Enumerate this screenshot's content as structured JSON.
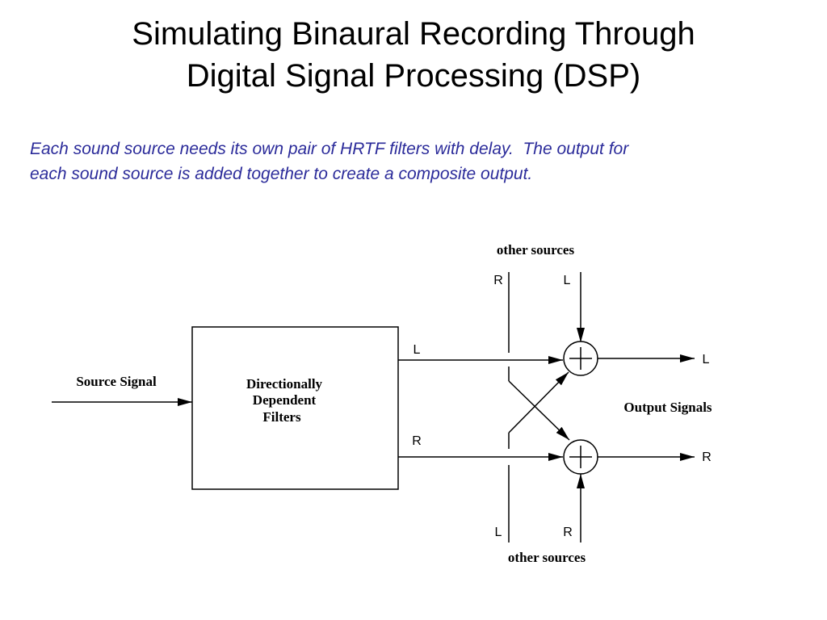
{
  "title": {
    "line1": "Simulating Binaural Recording Through",
    "line2": "Digital Signal Processing (DSP)"
  },
  "caption": {
    "line1": "Each sound source needs its own pair of HRTF filters with delay.  The output for",
    "line2": "each sound source is added together to create a composite output."
  },
  "diagram": {
    "source_signal": "Source Signal",
    "filter_box": {
      "line1": "Directionally",
      "line2": "Dependent",
      "line3": "Filters"
    },
    "filter_out_left": "L",
    "filter_out_right": "R",
    "other_sources_top": {
      "label": "other sources",
      "right": "R",
      "left": "L"
    },
    "other_sources_bottom": {
      "label": "other sources",
      "left": "L",
      "right": "R"
    },
    "output_signals": "Output Signals",
    "output_left": "L",
    "output_right": "R",
    "summing_symbol": "+"
  },
  "colors": {
    "title": "#000000",
    "caption": "#2b2b9a",
    "diagram_lines": "#000000"
  }
}
